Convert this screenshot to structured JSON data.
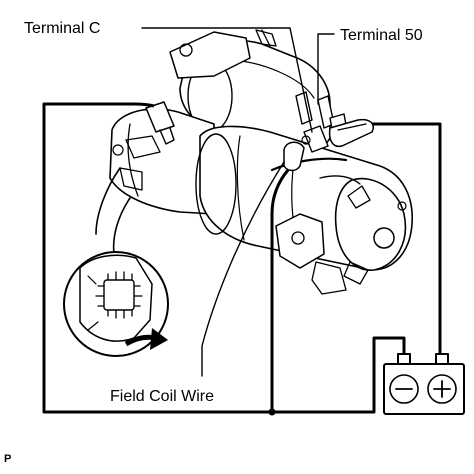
{
  "labels": {
    "terminal_c": "Terminal C",
    "terminal_50": "Terminal 50",
    "field_coil_wire": "Field Coil Wire",
    "figure_code": "P"
  },
  "battery": {
    "negative_symbol": "−",
    "positive_symbol": "+"
  },
  "icons": [
    "starter-motor-drawing",
    "detail-magnifier-icon",
    "arrow-right-icon",
    "alligator-clip-icon",
    "battery-icon"
  ]
}
